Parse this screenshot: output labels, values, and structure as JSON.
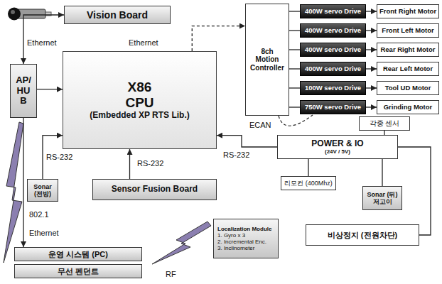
{
  "diagram": {
    "nodes": [
      {
        "text": [
          "Vision Board"
        ]
      },
      {
        "text": [
          "AP/HUB"
        ]
      },
      {
        "text": [
          "X86 CPU",
          "(Embedded XP RTS Lib.)"
        ]
      },
      {
        "text": [
          "8ch Motion Controller"
        ]
      },
      {
        "text": [
          "400W servo Drive"
        ]
      },
      {
        "text": [
          "400W servo Drive"
        ]
      },
      {
        "text": [
          "400W servo Drive"
        ]
      },
      {
        "text": [
          "400W servo Drive"
        ]
      },
      {
        "text": [
          "100W servo Drive"
        ]
      },
      {
        "text": [
          "750W servo Drive"
        ]
      },
      {
        "text": [
          "Front Right Motor"
        ]
      },
      {
        "text": [
          "Front Left Motor"
        ]
      },
      {
        "text": [
          "Rear Right Motor"
        ]
      },
      {
        "text": [
          "Rear Left Motor"
        ]
      },
      {
        "text": [
          "Tool UD Motor"
        ]
      },
      {
        "text": [
          "Grinding Motor"
        ]
      },
      {
        "text": [
          "Sonar (전방)"
        ]
      },
      {
        "text": [
          "Sensor Fusion Board"
        ]
      },
      {
        "text": [
          "POWER & IO",
          "(24V / 5V)"
        ]
      },
      {
        "text": [
          "각종 센서"
        ]
      },
      {
        "text": [
          "리모컨 (400Mhz)"
        ]
      },
      {
        "text": [
          "Sonar (뒤) 저고이"
        ]
      },
      {
        "text": [
          "비상정지 (전원차단)"
        ]
      },
      {
        "text": [
          "Localization Module",
          "1. Gyro x 3",
          "2. Incremental Enc.",
          "3. Inclinometer"
        ]
      },
      {
        "text": [
          "운영 시스템 (PC)"
        ]
      },
      {
        "text": [
          "무선 펜던트"
        ]
      }
    ],
    "edges": [
      {
        "from": 1,
        "to": 0,
        "arrow": "both"
      },
      {
        "from": 1,
        "to": 2,
        "arrow": "to"
      },
      {
        "from": 2,
        "to": 3,
        "arrow": "to"
      },
      {
        "from": 3,
        "to": 4,
        "arrow": "none"
      },
      {
        "from": 3,
        "to": 5,
        "arrow": "none"
      },
      {
        "from": 3,
        "to": 6,
        "arrow": "none"
      },
      {
        "from": 3,
        "to": 7,
        "arrow": "none"
      },
      {
        "from": 3,
        "to": 8,
        "arrow": "none"
      },
      {
        "from": 3,
        "to": 9,
        "arrow": "none"
      },
      {
        "from": 4,
        "to": 10,
        "arrow": "to"
      },
      {
        "from": 5,
        "to": 11,
        "arrow": "to"
      },
      {
        "from": 6,
        "to": 12,
        "arrow": "to"
      },
      {
        "from": 7,
        "to": 13,
        "arrow": "to"
      },
      {
        "from": 8,
        "to": 14,
        "arrow": "to"
      },
      {
        "from": 9,
        "to": 15,
        "arrow": "to"
      },
      {
        "from": 16,
        "to": 2,
        "arrow": "to"
      },
      {
        "from": 17,
        "to": 2,
        "arrow": "to"
      },
      {
        "from": 18,
        "to": 2,
        "arrow": "to"
      },
      {
        "from": 19,
        "to": 18,
        "arrow": "none"
      },
      {
        "from": 20,
        "to": 18,
        "arrow": "none"
      },
      {
        "from": 21,
        "to": 18,
        "arrow": "none"
      },
      {
        "from": 22,
        "to": 18,
        "arrow": "none"
      },
      {
        "from": 1,
        "to": 24,
        "arrow": "to"
      }
    ],
    "labels": [
      "Ethernet",
      "Ethernet",
      "ECAN",
      "RS-232",
      "RS-232",
      "RS-232",
      "802.1",
      "Ethernet",
      "RF"
    ]
  }
}
